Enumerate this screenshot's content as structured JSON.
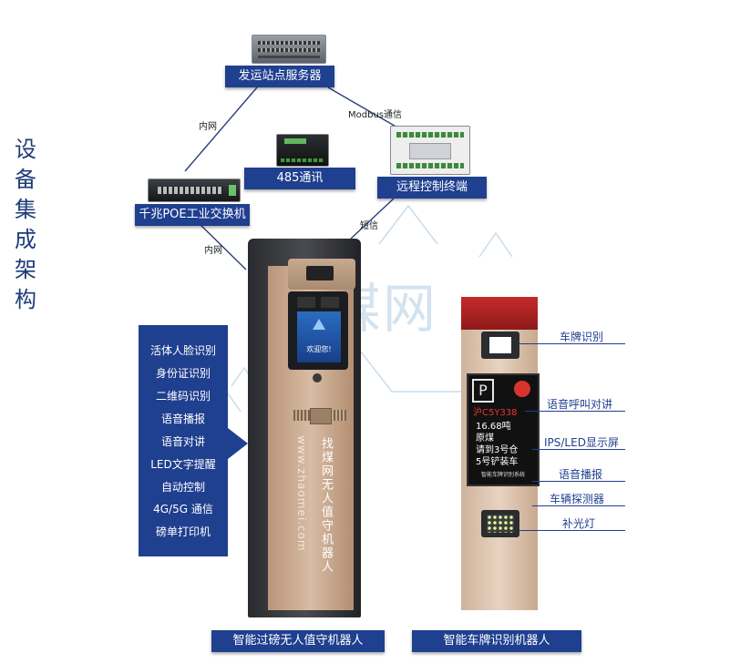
{
  "side_title": [
    "设",
    "备",
    "集",
    "成",
    "架",
    "构"
  ],
  "nodes": {
    "server": "发运站点服务器",
    "switch": "千兆POE工业交换机",
    "rs485": "485通讯",
    "remote": "远程控制终端"
  },
  "edges": {
    "lan_top": "内网",
    "modbus": "Modbus通信",
    "sms": "短信",
    "lan_bottom": "内网"
  },
  "watermark": "煤网",
  "kiosk": {
    "screen_text": "欢迎您!",
    "vertical_text": "找煤网无人值守机器人",
    "vertical_url": "www.zhaomei.com",
    "label": "智能过磅无人值守机器人"
  },
  "features": [
    "活体人脸识别",
    "身份证识别",
    "二维码识别",
    "语音播报",
    "语音对讲",
    "LED文字提醒",
    "自动控制",
    "4G/5G 通信",
    "磅单打印机"
  ],
  "lpr": {
    "plate": "沪C5Y338",
    "weight": "16.68吨",
    "cargo": "原煤",
    "warehouse": "请到3号仓",
    "loader": "5号铲装车",
    "footer": "智能车牌识别系统",
    "label": "智能车牌识别机器人"
  },
  "callouts": [
    "车牌识别",
    "语音呼叫对讲",
    "IPS/LED显示屏",
    "语音播报",
    "车辆探测器",
    "补光灯"
  ],
  "colors": {
    "brand_blue": "#1f3f8f",
    "kiosk_gold": "#c9a88a",
    "lpr_red": "#b32222"
  }
}
